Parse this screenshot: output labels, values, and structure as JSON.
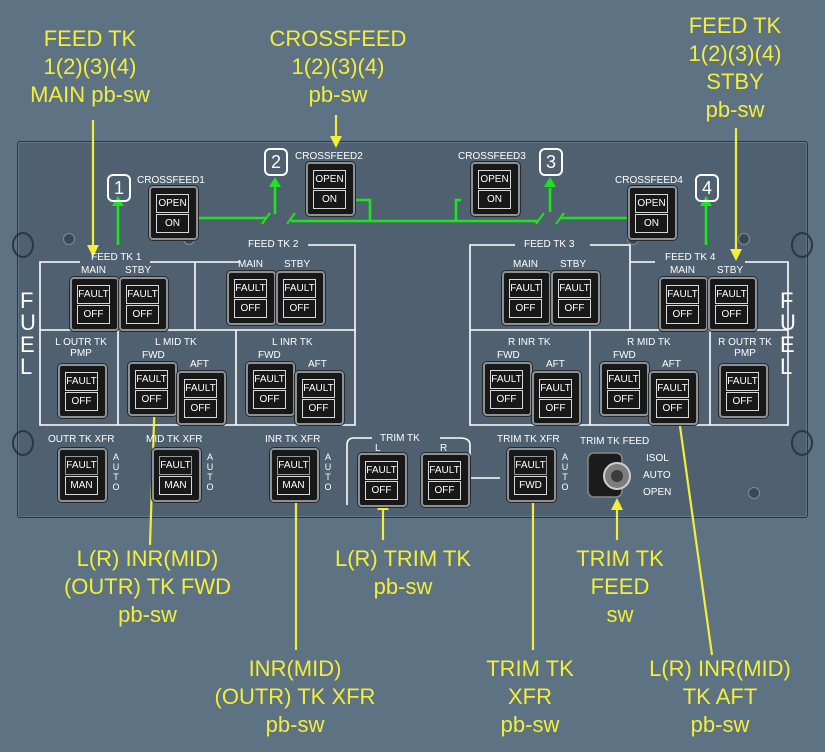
{
  "callouts": {
    "feed_main": [
      "FEED TK",
      "1(2)(3)(4)",
      "MAIN pb-sw"
    ],
    "crossfeed": [
      "CROSSFEED",
      "1(2)(3)(4)",
      "pb-sw"
    ],
    "feed_stby": [
      "FEED TK",
      "1(2)(3)(4)",
      "STBY",
      "pb-sw"
    ],
    "inr_fwd": [
      "L(R) INR(MID)",
      "(OUTR) TK FWD",
      "pb-sw"
    ],
    "xfr": [
      "INR(MID)",
      "(OUTR) TK XFR",
      "pb-sw"
    ],
    "trim": [
      "L(R) TRIM TK",
      "pb-sw"
    ],
    "trim_xfr": [
      "TRIM TK",
      "XFR",
      "pb-sw"
    ],
    "trim_feed": [
      "TRIM TK",
      "FEED",
      "sw"
    ],
    "inr_aft": [
      "L(R) INR(MID)",
      "TK AFT",
      "pb-sw"
    ]
  },
  "panel": {
    "crossfeed": [
      "CROSSFEED1",
      "CROSSFEED2",
      "CROSSFEED3",
      "CROSSFEED4"
    ],
    "numbers": [
      "1",
      "2",
      "3",
      "4"
    ],
    "feed_tk": [
      "FEED TK 1",
      "FEED TK 2",
      "FEED TK 3",
      "FEED TK 4"
    ],
    "main": "MAIN",
    "stby": "STBY",
    "open": "OPEN",
    "on": "ON",
    "fault": "FAULT",
    "off": "OFF",
    "man": "MAN",
    "fwd_btn": "FWD",
    "fuel": [
      "F",
      "U",
      "E",
      "L"
    ],
    "l_outr_tk": [
      "L OUTR TK",
      "PMP"
    ],
    "r_outr_tk": [
      "R OUTR TK",
      "PMP"
    ],
    "l_mid_tk": "L MID TK",
    "l_inr_tk": "L INR TK",
    "r_inr_tk": "R INR TK",
    "r_mid_tk": "R MID TK",
    "fwd": "FWD",
    "aft": "AFT",
    "outr_xfr": "OUTR TK XFR",
    "mid_xfr": "MID TK XFR",
    "inr_xfr": "INR TK XFR",
    "trim_xfr": "TRIM TK XFR",
    "trim_tk": "TRIM TK",
    "l": "L",
    "r": "R",
    "auto_letters": [
      "A",
      "U",
      "T",
      "O"
    ],
    "trim_feed": "TRIM TK FEED",
    "isol": "ISOL",
    "auto": "AUTO",
    "open_pos": "OPEN"
  },
  "colors": {
    "callout": "#f2ee3a",
    "flow": "#1fe31f",
    "panel": "#4f6070",
    "bg": "#5d7283"
  }
}
